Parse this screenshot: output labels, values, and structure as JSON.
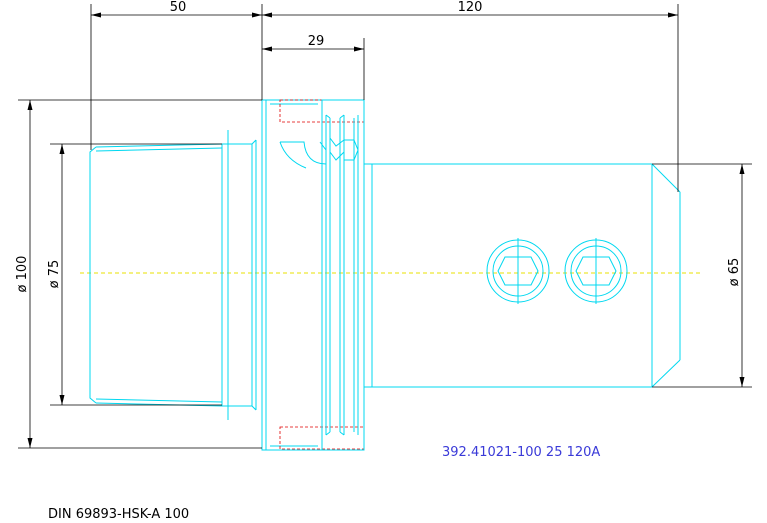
{
  "dimensions": {
    "length_flange": "50",
    "length_total": "120",
    "length_collar": "29",
    "dia_flange": "ø 100",
    "dia_taper": "ø 75",
    "dia_body": "ø 65"
  },
  "part_number": "392.41021-100 25 120A",
  "standard": "DIN 69893-HSK-A 100",
  "colors": {
    "geometry": "#00d8f0",
    "dimension": "#000000",
    "centerline": "#e8e000",
    "hidden": "#e00000",
    "part_number": "#3a3ad8"
  }
}
